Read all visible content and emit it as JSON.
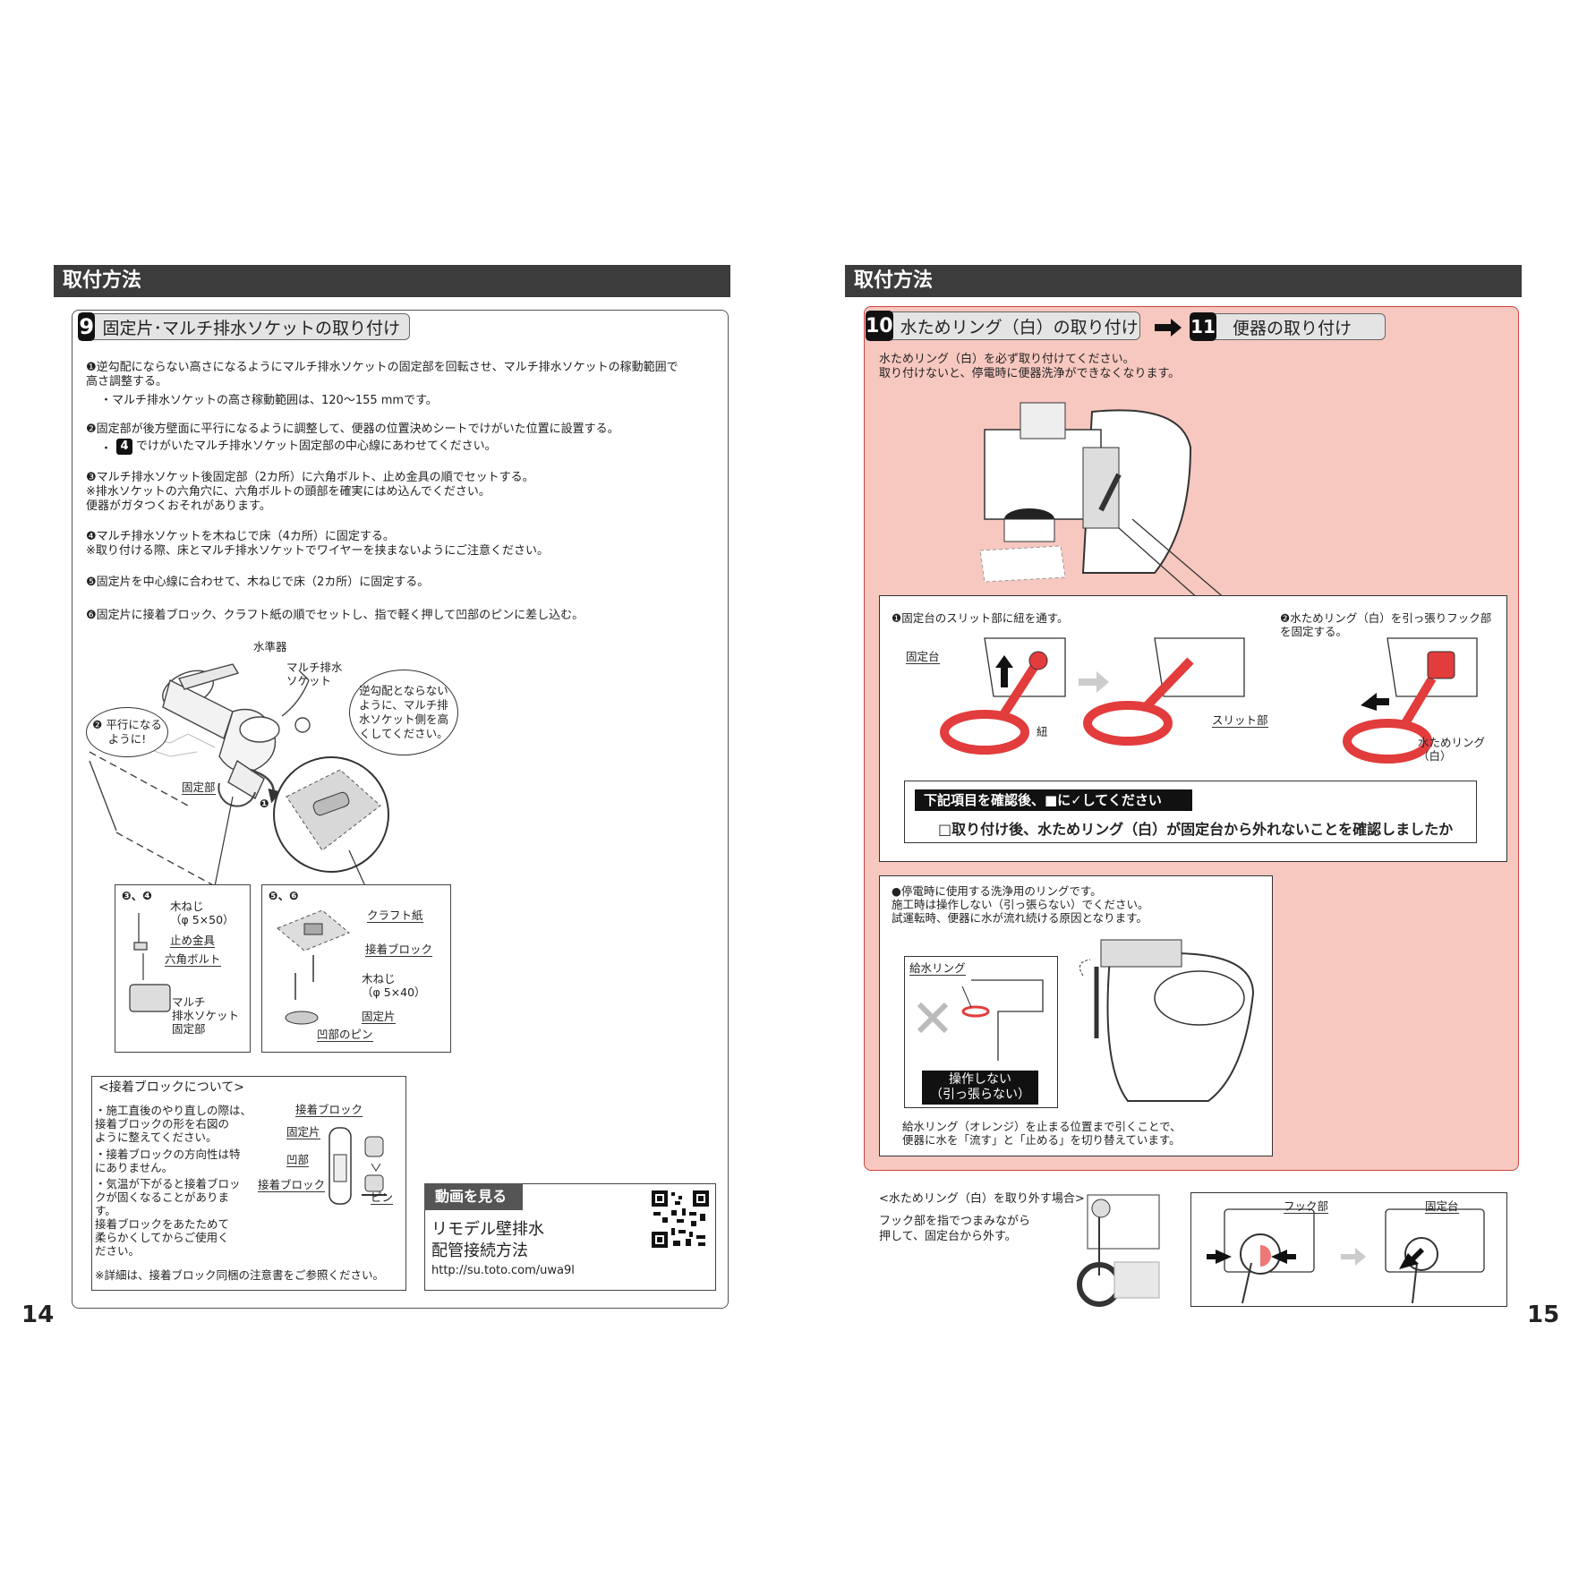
{
  "left": {
    "section_title": "取付方法",
    "page_number": "14",
    "step9": {
      "num": "9",
      "title": "固定片･マルチ排水ソケットの取り付け",
      "instructions": [
        "❶逆勾配にならない高さになるようにマルチ排水ソケットの固定部を回転させ、マルチ排水ソケットの稼動範囲で\n  高さ調整する。",
        "・マルチ排水ソケットの高さ稼動範囲は、120～155 mmです。",
        "❷固定部が後方壁面に平行になるように調整して、便器の位置決めシートでけがいた位置に設置する。",
        "でけがいたマルチ排水ソケット固定部の中心線にあわせてください。",
        "❸マルチ排水ソケット後固定部（2カ所）に六角ボルト、止め金具の順でセットする。\n  ※排水ソケットの六角穴に、六角ボルトの頭部を確実にはめ込んでください。\n     便器がガタつくおそれがあります。",
        "❹マルチ排水ソケットを木ねじで床（4カ所）に固定する。\n  ※取り付ける際、床とマルチ排水ソケットでワイヤーを挟まないようにご注意ください。",
        "❺固定片を中心線に合わせて、木ねじで床（2カ所）に固定する。",
        "❻固定片に接着ブロック、クラフト紙の順でセットし、指で軽く押して凹部のピンに差し込む。"
      ],
      "ref_step_badge": "4",
      "diagram_labels": {
        "level": "水準器",
        "socket": "マルチ排水\nソケット",
        "bubble_slope": "逆勾配とならない\nように、マルチ排\n水ソケット側を高\nくしてください。",
        "bubble_parallel": "❷ 平行になる\nように!",
        "fixing_part": "固定部",
        "marker1": "❶"
      },
      "detail34": {
        "title": "❸、❹",
        "wood_screw": "木ねじ\n（φ 5×50）",
        "stopper": "止め金具",
        "hex_bolt": "六角ボルト",
        "socket_fix": "マルチ\n排水ソケット\n固定部"
      },
      "detail56": {
        "title": "❺、❻",
        "kraft": "クラフト紙",
        "adhesive": "接着ブロック",
        "wood_screw": "木ねじ\n（φ 5×40）",
        "fixing_piece": "固定片",
        "recess_pin": "凹部のピン"
      },
      "adhesive_note": {
        "title": "<接着ブロックについて>",
        "items": [
          "・施工直後のやり直しの際は、\n  接着ブロックの形を右図の\n  ように整えてください。",
          "・接着ブロックの方向性は特\n  にありません。",
          "・気温が下がると接着ブロッ\n  クが固くなることがありま\n  す。\n  接着ブロックをあたためて\n  柔らかくしてからご使用く\n  ださい。",
          "※詳細は、接着ブロック同梱の注意書をご参照ください。"
        ],
        "fig_adhesive_top": "接着ブロック",
        "fig_fixing": "固定片",
        "fig_recess": "凹部",
        "fig_adhesive_bottom": "接着ブロック",
        "fig_pin": "ピン"
      },
      "video": {
        "header": "動画を見る",
        "title": "リモデル壁排水\n配管接続方法",
        "url": "http://su.toto.com/uwa9l"
      }
    }
  },
  "right": {
    "section_title": "取付方法",
    "page_number": "15",
    "step10": {
      "num": "10",
      "title": "水ためリング（白）の取り付け",
      "next_num": "11",
      "next_title": "便器の取り付け",
      "intro": "水ためリング（白）を必ず取り付けてください。\n取り付けないと、停電時に便器洗浄ができなくなります。",
      "sub1": "❶固定台のスリット部に紐を通す。",
      "sub2": "❷水ためリング（白）を引っ張りフック部\n  を固定する。",
      "label_base": "固定台",
      "label_string": "紐",
      "label_slit": "スリット部",
      "label_ring": "水ためリング\n（白）",
      "check_header": "下記項目を確認後、■に✓してください",
      "check_item": "□取り付け後、水ためリング（白）が固定台から外れないことを確認しましたか"
    },
    "supply_note": {
      "lines": "●停電時に使用する洗浄用のリングです。\n  施工時は操作しない（引っ張らない）でください。\n  試運転時、便器に水が流れ続ける原因となります。",
      "ring_label": "給水リング",
      "do_not": "操作しない\n（引っ張らない）",
      "footer": "給水リング（オレンジ）を止まる位置まで引くことで、\n便器に水を「流す」と「止める」を切り替えています。"
    },
    "remove": {
      "title": "<水ためリング（白）を取り外す場合>",
      "text": "フック部を指でつまみながら\n押して、固定台から外す。",
      "hook": "フック部",
      "base": "固定台"
    }
  },
  "colors": {
    "section_bar": "#3c3c3c",
    "pink_panel": "#f7c8c0",
    "accent_red": "#e23c3c",
    "gray_head": "#e4e4e4"
  }
}
